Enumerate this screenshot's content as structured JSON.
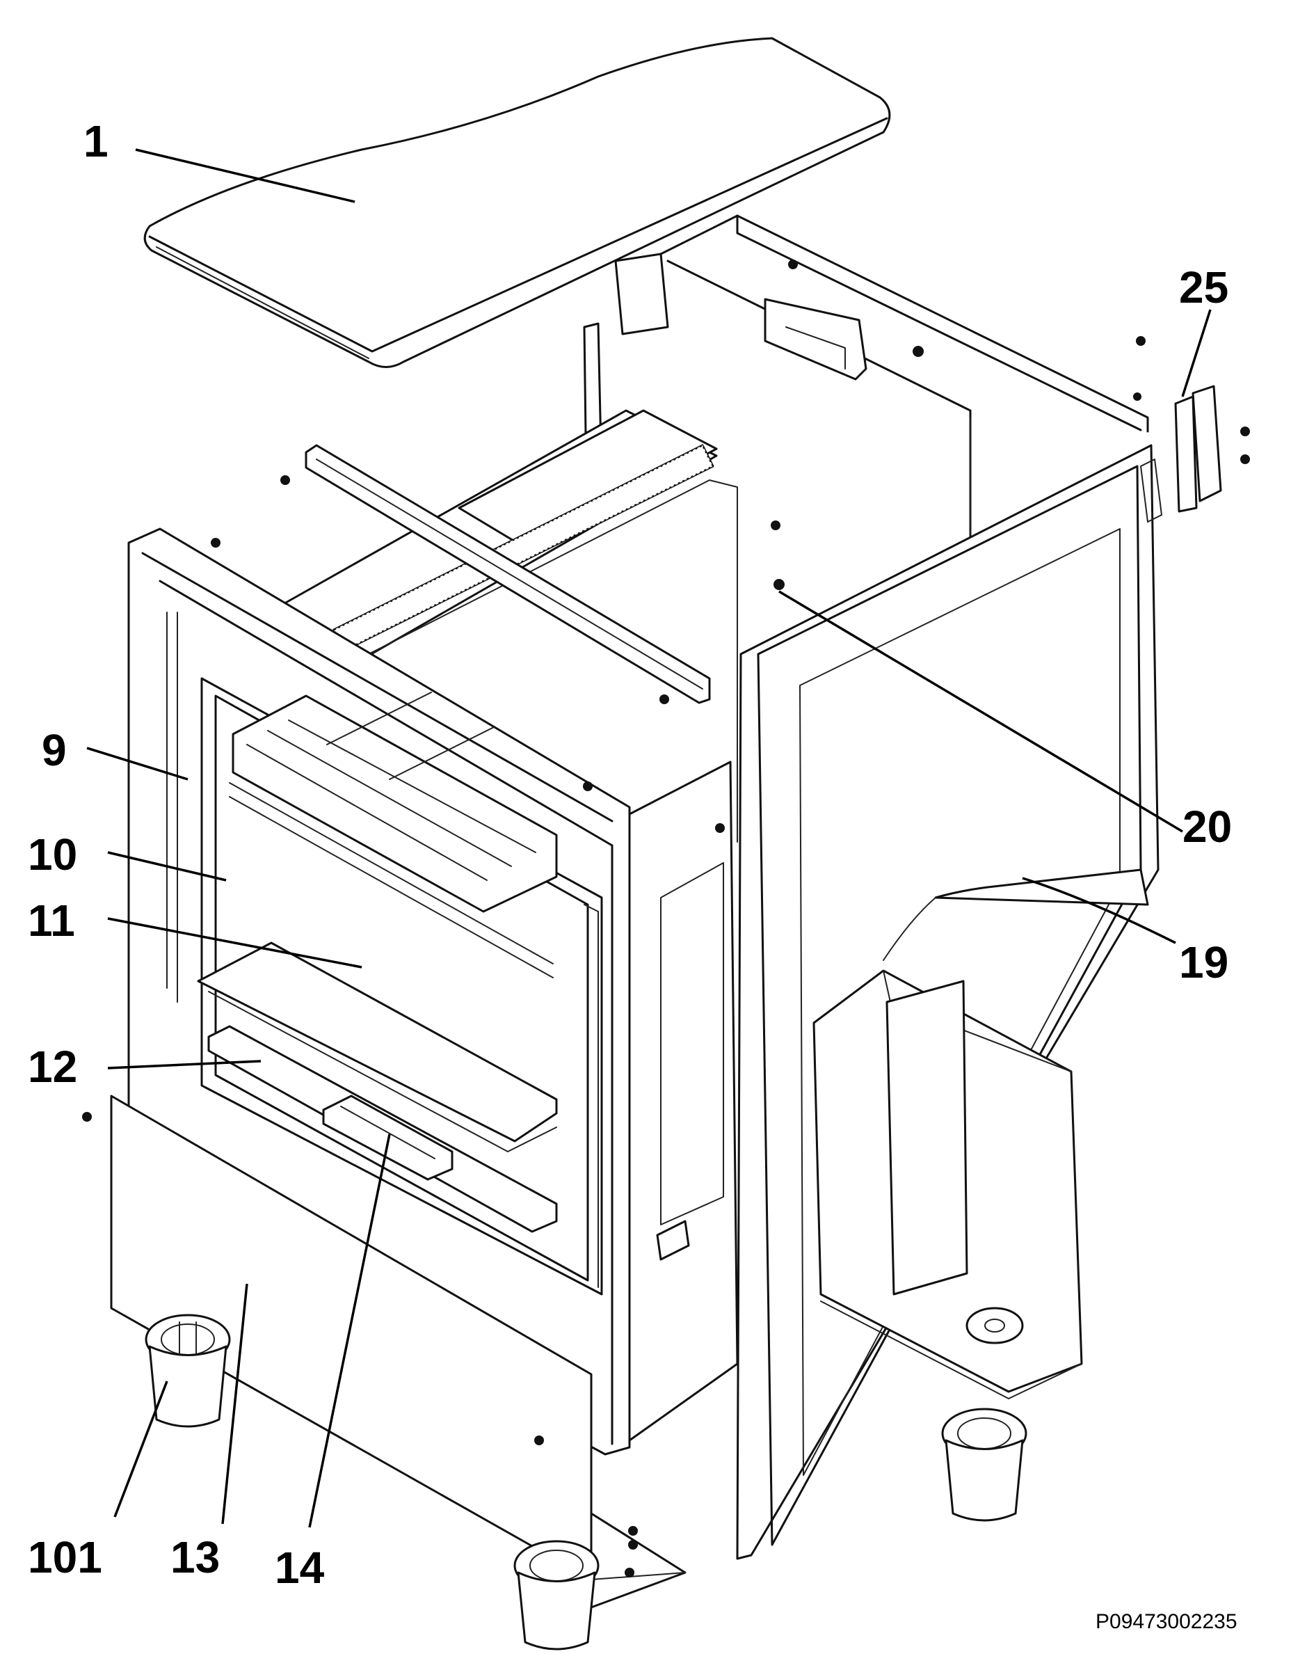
{
  "diagram": {
    "drawing_code": "P09473002235",
    "callouts": [
      {
        "id": "c1",
        "label": "1"
      },
      {
        "id": "c25",
        "label": "25"
      },
      {
        "id": "c9",
        "label": "9"
      },
      {
        "id": "c10",
        "label": "10"
      },
      {
        "id": "c11",
        "label": "11"
      },
      {
        "id": "c12",
        "label": "12"
      },
      {
        "id": "c20",
        "label": "20"
      },
      {
        "id": "c19",
        "label": "19"
      },
      {
        "id": "c101",
        "label": "101"
      },
      {
        "id": "c13",
        "label": "13"
      },
      {
        "id": "c14",
        "label": "14"
      }
    ]
  }
}
